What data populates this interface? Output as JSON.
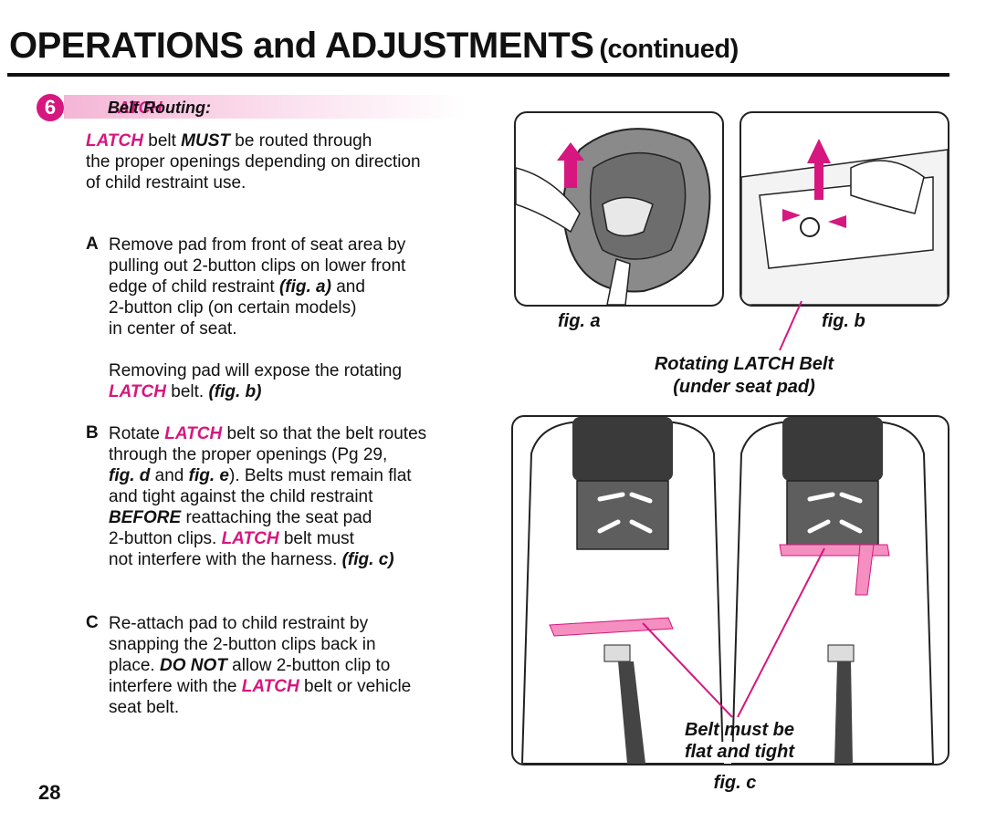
{
  "header": {
    "title": "OPERATIONS and ADJUSTMENTS",
    "title_suffix": "(continued)"
  },
  "section": {
    "number": "6",
    "heading_latch": "LATCH",
    "heading_rest": "Belt Routing:"
  },
  "intro": {
    "l1_a": "LATCH",
    "l1_b": "belt",
    "l1_c": "MUST",
    "l1_d": "be routed through",
    "l2": "the proper openings depending on direction",
    "l3": "of child restraint use."
  },
  "stepA": {
    "letter": "A",
    "l1": "Remove pad from front of seat area by",
    "l2": "pulling out 2-button clips on lower front",
    "l3_a": "edge of child restraint",
    "l3_b": "(fig. a)",
    "l3_c": "and",
    "l4": "2-button clip (on certain models)",
    "l5": "in center of seat.",
    "l6": "Removing pad will expose the rotating",
    "l7_a": "LATCH",
    "l7_b": "belt.",
    "l7_c": "(fig. b)"
  },
  "stepB": {
    "letter": "B",
    "l1_a": "Rotate",
    "l1_b": "LATCH",
    "l1_c": "belt so that the belt routes",
    "l2": "through the proper openings (Pg 29,",
    "l3_a": "fig. d",
    "l3_b": "and",
    "l3_c": "fig. e",
    "l3_d": "). Belts must remain flat",
    "l4": "and tight against the child restraint",
    "l5_a": "BEFORE",
    "l5_b": "reattaching the seat pad",
    "l6_a": "2-button clips.",
    "l6_b": "LATCH",
    "l6_c": "belt must",
    "l7_a": "not interfere with the harness.",
    "l7_b": "(fig. c)"
  },
  "stepC": {
    "letter": "C",
    "l1": "Re-attach pad to child restraint by",
    "l2": "snapping the 2-button clips back in",
    "l3_a": "place.",
    "l3_b": "DO NOT",
    "l3_c": "allow 2-button clip to",
    "l4_a": "interfere with the",
    "l4_b": "LATCH",
    "l4_c": "belt or vehicle",
    "l5": "seat belt."
  },
  "figures": {
    "fig_a": "fig. a",
    "fig_b": "fig. b",
    "rotating_l1": "Rotating LATCH Belt",
    "rotating_l2": "(under seat pad)",
    "belt_l1": "Belt must be",
    "belt_l2": "flat and tight",
    "fig_c": "fig. c"
  },
  "page_number": "28",
  "colors": {
    "accent": "#d6177f",
    "belt": "#f48fc0"
  }
}
